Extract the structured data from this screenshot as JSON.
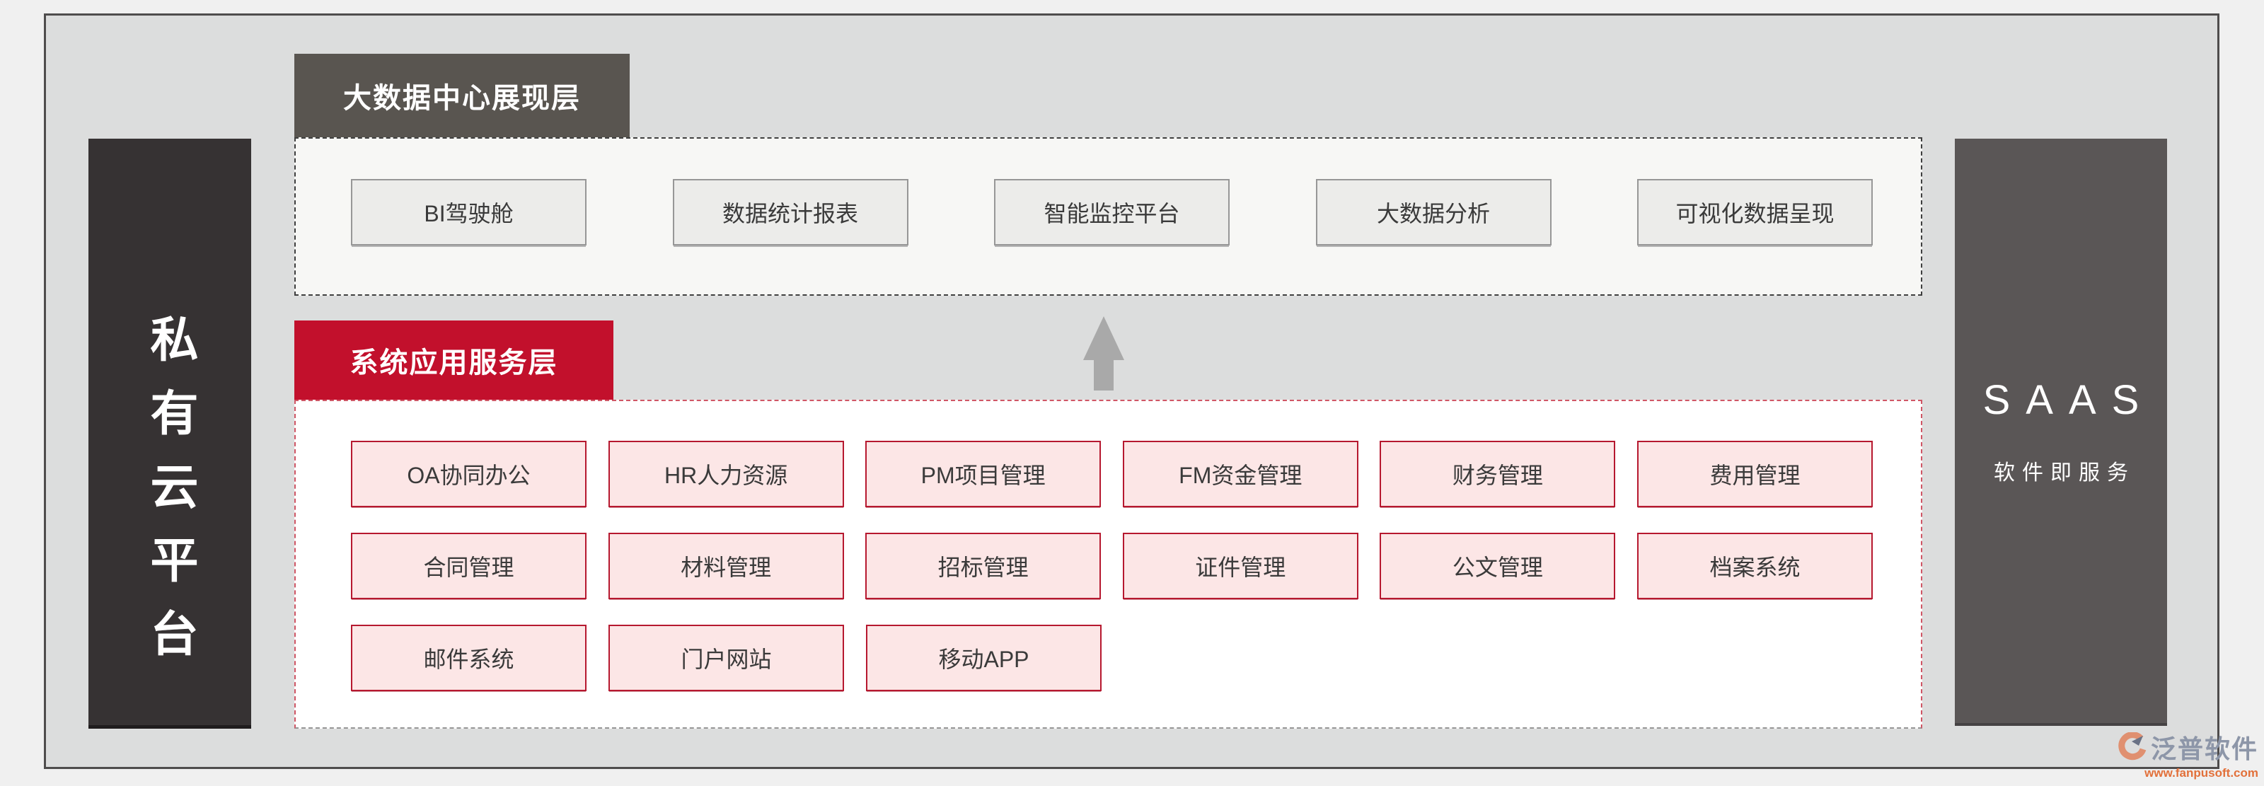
{
  "diagram": {
    "left_pillar": {
      "label": "私有云平台"
    },
    "right_pillar": {
      "title": "SAAS",
      "subtitle": "软件即服务"
    },
    "display_layer": {
      "header": "大数据中心展现层",
      "modules": [
        "BI驾驶舱",
        "数据统计报表",
        "智能监控平台",
        "大数据分析",
        "可视化数据呈现"
      ]
    },
    "service_layer": {
      "header": "系统应用服务层",
      "modules_row1": [
        "OA协同办公",
        "HR人力资源",
        "PM项目管理",
        "FM资金管理",
        "财务管理",
        "费用管理"
      ],
      "modules_row2": [
        "合同管理",
        "材料管理",
        "招标管理",
        "证件管理",
        "公文管理",
        "档案系统"
      ],
      "modules_row3": [
        "邮件系统",
        "门户网站",
        "移动APP"
      ]
    },
    "watermark": {
      "brand": "泛普软件",
      "url": "www.fanpusoft.com"
    },
    "colors": {
      "page_bg": "#f0f0f0",
      "frame_bg": "#dcdddd",
      "frame_border": "#4e4c4c",
      "dark_pillar": "#363233",
      "gray_pillar": "#5a5656",
      "dark_header": "#595550",
      "red_header": "#c2102c",
      "pink_fill": "#fce6e6",
      "pink_border": "#b6182f",
      "red_dash": "#cf5665",
      "gray_box_fill": "#ececea",
      "gray_box_border": "#979797",
      "arrow": "#a9a9a9",
      "watermark_text": "#8d96a8",
      "watermark_url": "#e2703a"
    }
  }
}
